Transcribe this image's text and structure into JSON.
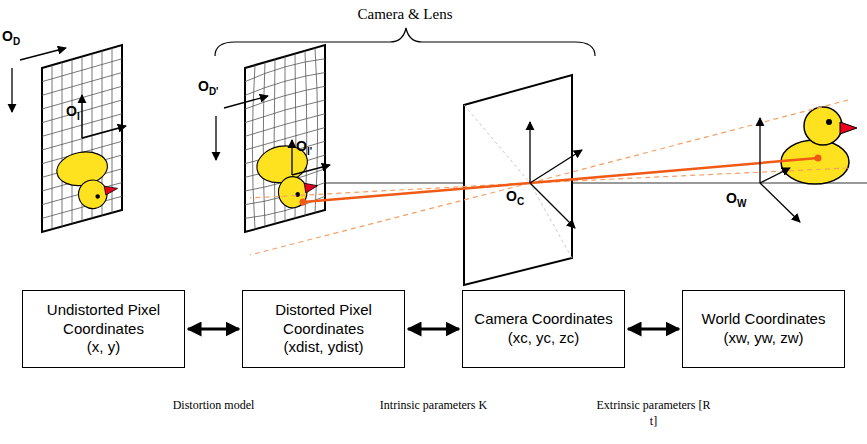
{
  "diagram": {
    "nodes": [
      {
        "text": [
          "Undistorted Pixel Coordinates",
          "(x, y)"
        ]
      },
      {
        "text": [
          "Distorted Pixel Coordinates",
          "(xdist, ydist)"
        ]
      },
      {
        "text": [
          "Camera Coordinates",
          "(xc, yc, zc)"
        ]
      },
      {
        "text": [
          "World Coordinates",
          "(xw, yw, zw)"
        ]
      }
    ],
    "edges": [
      {
        "from": 0,
        "to": 1,
        "arrow": "both",
        "label": "Distortion model"
      },
      {
        "from": 1,
        "to": 2,
        "arrow": "both",
        "label": "Intrinsic parameters K"
      },
      {
        "from": 2,
        "to": 3,
        "arrow": "both",
        "label": "Extrinsic parameters [R t]"
      }
    ],
    "labels": [
      "Camera & Lens",
      "OD",
      "OI",
      "OD'",
      "OI'",
      "OC",
      "OW"
    ]
  }
}
